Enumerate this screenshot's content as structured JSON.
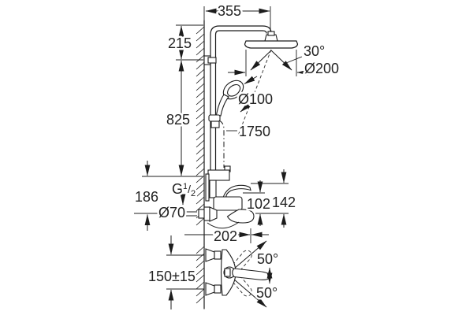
{
  "drawing": {
    "title": "shower-system-dimensional-drawing",
    "units_implied": "mm",
    "labels": {
      "width_top": "355",
      "head_drop": "215",
      "rail_height": "825",
      "outlet_drop": "186",
      "escutcheon_diameter": "Ø70",
      "head_shower_diameter": "Ø200",
      "spray_angle": "30°",
      "hand_shower_diameter": "Ø100",
      "hose_length": "1750",
      "spout_dim_inner": "102",
      "mixer_height": "142",
      "spout_reach": "202",
      "connection_spacing": "150±15",
      "lever_swing_up": "50°",
      "lever_swing_down": "50°",
      "thread": {
        "prefix": "G",
        "sup": "1",
        "slash": "/",
        "sub": "2"
      }
    }
  }
}
